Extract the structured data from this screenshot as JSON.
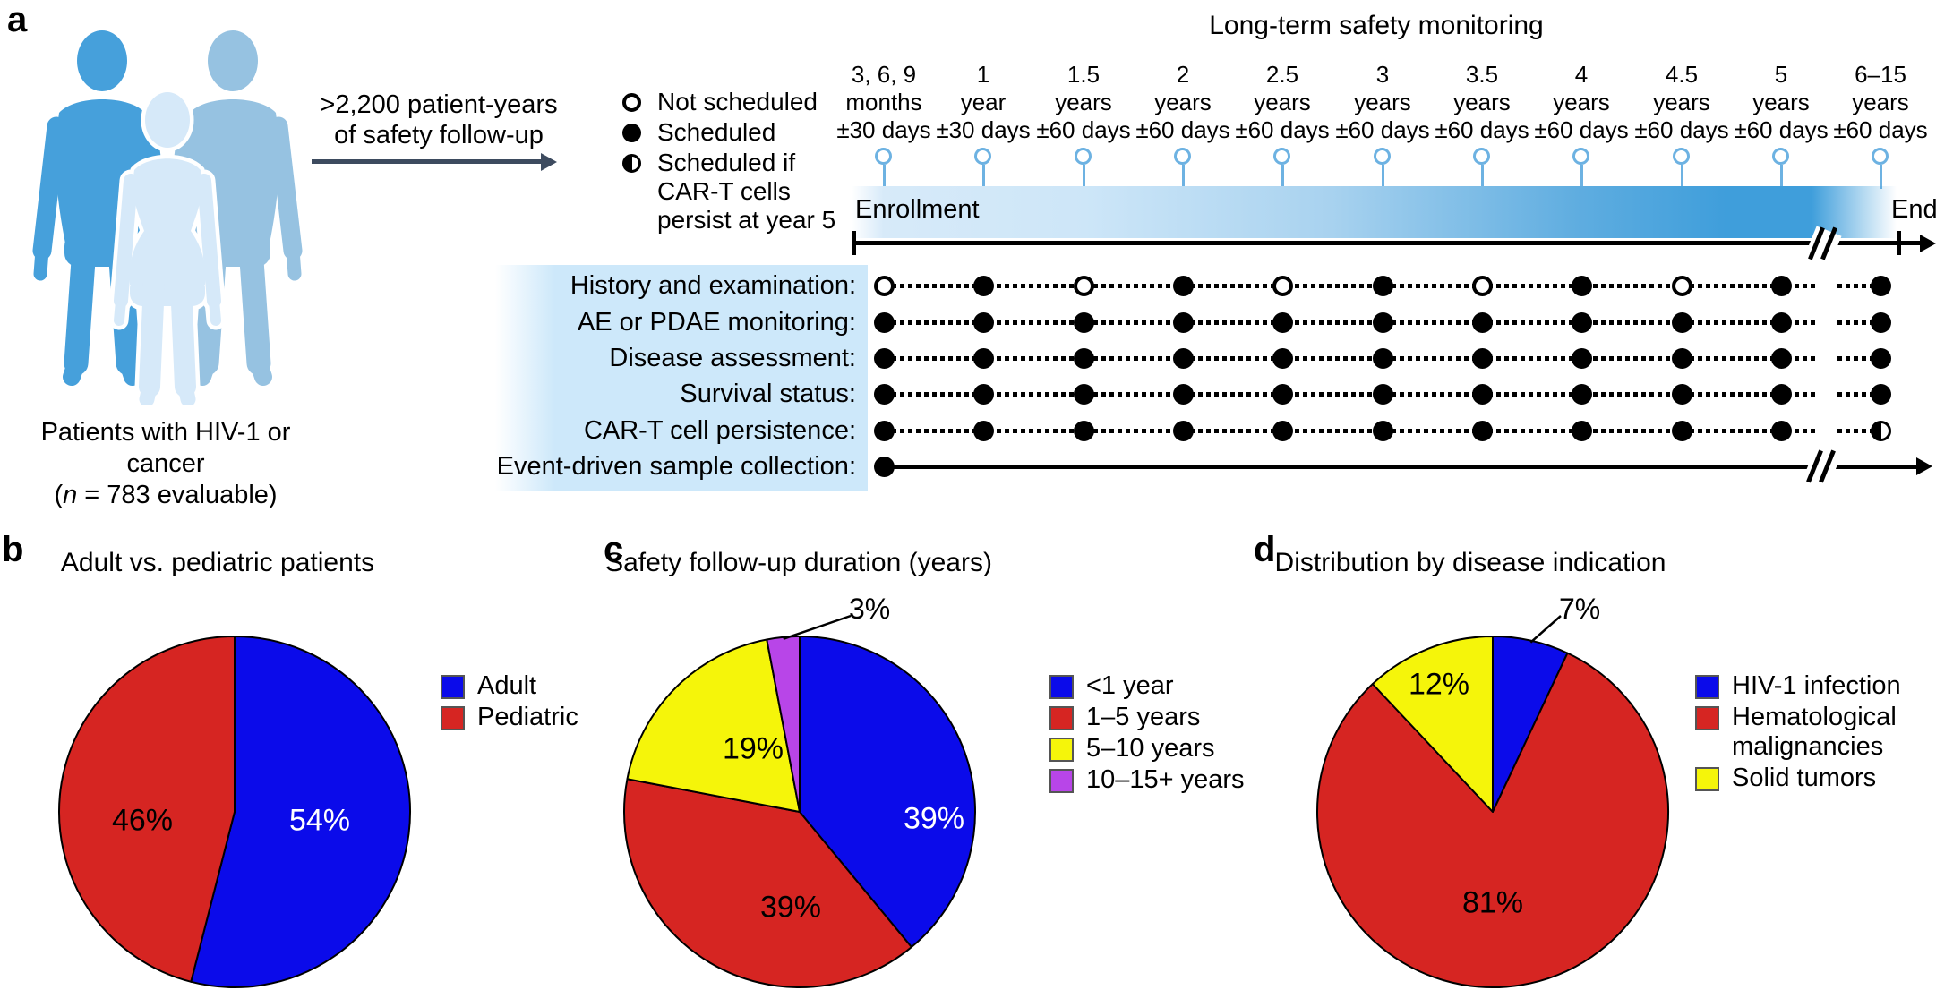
{
  "panel_a": {
    "panel_label": "a",
    "patients_caption_line1": "Patients with HIV-1 or cancer",
    "patients_caption_l2_pre": "(",
    "patients_caption_l2_n": "n",
    "patients_caption_l2_post": " = 783 evaluable)",
    "flow_arrow_lines": [
      ">2,200 patient-years",
      "of safety follow-up"
    ],
    "legend": [
      {
        "symbol": "open",
        "label": "Not scheduled"
      },
      {
        "symbol": "filled",
        "label": "Scheduled"
      },
      {
        "symbol": "half",
        "label": "Scheduled if\nCAR-T cells\npersist at year 5"
      }
    ],
    "timeline_title": "Long-term safety monitoring",
    "enrollment_label": "Enrollment",
    "end_label": "End",
    "timepoints": [
      [
        "3, 6, 9",
        "months",
        "±30 days"
      ],
      [
        "1",
        "year",
        "±30 days"
      ],
      [
        "1.5",
        "years",
        "±60 days"
      ],
      [
        "2",
        "years",
        "±60 days"
      ],
      [
        "2.5",
        "years",
        "±60 days"
      ],
      [
        "3",
        "years",
        "±60 days"
      ],
      [
        "3.5",
        "years",
        "±60 days"
      ],
      [
        "4",
        "years",
        "±60 days"
      ],
      [
        "4.5",
        "years",
        "±60 days"
      ],
      [
        "5",
        "years",
        "±60 days"
      ],
      [
        "6–15",
        "years",
        "±60 days"
      ]
    ],
    "rows": [
      {
        "label": "History and examination:",
        "dots": [
          "open",
          "filled",
          "open",
          "filled",
          "open",
          "filled",
          "open",
          "filled",
          "open",
          "filled",
          "filled"
        ]
      },
      {
        "label": "AE or PDAE monitoring:",
        "dots": [
          "filled",
          "filled",
          "filled",
          "filled",
          "filled",
          "filled",
          "filled",
          "filled",
          "filled",
          "filled",
          "filled"
        ]
      },
      {
        "label": "Disease assessment:",
        "dots": [
          "filled",
          "filled",
          "filled",
          "filled",
          "filled",
          "filled",
          "filled",
          "filled",
          "filled",
          "filled",
          "filled"
        ]
      },
      {
        "label": "Survival status:",
        "dots": [
          "filled",
          "filled",
          "filled",
          "filled",
          "filled",
          "filled",
          "filled",
          "filled",
          "filled",
          "filled",
          "filled"
        ]
      },
      {
        "label": "CAR-T cell persistence:",
        "dots": [
          "filled",
          "filled",
          "filled",
          "filled",
          "filled",
          "filled",
          "filled",
          "filled",
          "filled",
          "filled",
          "half"
        ]
      },
      {
        "label": "Event-driven sample collection:",
        "dots": [
          "filled"
        ],
        "style": "arrow"
      }
    ]
  },
  "chart_data": [
    {
      "type": "pie",
      "panel_label": "b",
      "title": "Adult vs. pediatric patients",
      "start_angle_deg": 0,
      "direction": "clockwise",
      "legend_position": "right",
      "slices": [
        {
          "label": "Adult",
          "value": 54,
          "color": "#0b0bea",
          "pct_label": "54%",
          "pct_color": "#ffffff",
          "label_offset": [
            95,
            10
          ]
        },
        {
          "label": "Pediatric",
          "value": 46,
          "color": "#d62522",
          "pct_label": "46%",
          "pct_color": "#000000",
          "label_offset": [
            -103,
            10
          ]
        }
      ]
    },
    {
      "type": "pie",
      "panel_label": "c",
      "title": "Safety follow-up duration (years)",
      "start_angle_deg": 0,
      "direction": "clockwise",
      "legend_position": "right",
      "slices": [
        {
          "label": "<1 year",
          "value": 39,
          "color": "#0b0bea",
          "pct_label": "39%",
          "pct_color": "#ffffff",
          "label_offset": [
            150,
            8
          ]
        },
        {
          "label": "1–5 years",
          "value": 39,
          "color": "#d62522",
          "pct_label": "39%",
          "pct_color": "#000000",
          "label_offset": [
            -10,
            107
          ]
        },
        {
          "label": "5–10 years",
          "value": 19,
          "color": "#f5f50a",
          "pct_label": "19%",
          "pct_color": "#000000",
          "label_offset": [
            -52,
            -70
          ]
        },
        {
          "label": "10–15+ years",
          "value": 3,
          "color": "#b845e8",
          "pct_label": "3%",
          "pct_color": "#000000",
          "outside": true
        }
      ]
    },
    {
      "type": "pie",
      "panel_label": "d",
      "title": "Distribution by disease indication",
      "start_angle_deg": 0,
      "direction": "clockwise",
      "legend_position": "right",
      "slices": [
        {
          "label": "HIV-1 infection",
          "value": 7,
          "color": "#0b0bea",
          "pct_label": "7%",
          "pct_color": "#000000",
          "outside": true
        },
        {
          "label": "Hematological\nmalignancies",
          "value": 81,
          "color": "#d62522",
          "pct_label": "81%",
          "pct_color": "#000000",
          "label_offset": [
            0,
            102
          ]
        },
        {
          "label": "Solid tumors",
          "value": 12,
          "color": "#f5f50a",
          "pct_label": "12%",
          "pct_color": "#000000",
          "label_offset": [
            -60,
            -142
          ]
        }
      ]
    }
  ],
  "colors": {
    "pie_blue": "#0b0bea",
    "pie_red": "#d62522",
    "pie_yellow": "#f5f50a",
    "pie_purple": "#b845e8",
    "timeline_bar_light": "#cde6f8",
    "timeline_bar_dark": "#3f9edb",
    "pin": "#6db2e2",
    "row_panel": "#cde8fa",
    "flow_arrow": "#3d4b5f",
    "silhouette_left": "#46a0db",
    "silhouette_middle": "#d6e9f9",
    "silhouette_right": "#96c2e1"
  }
}
